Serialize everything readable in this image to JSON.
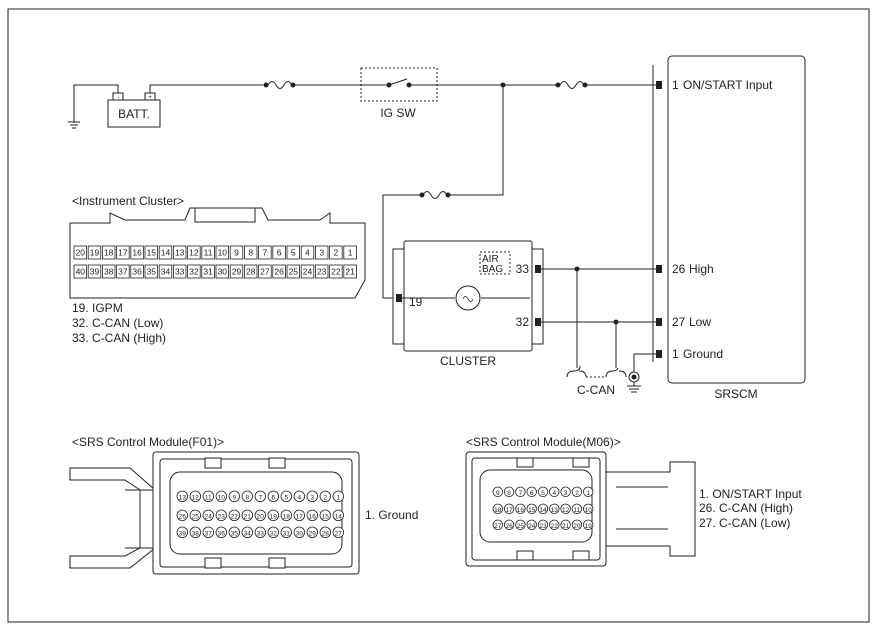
{
  "battery": {
    "label": "BATT.",
    "minus": "-",
    "plus": "+"
  },
  "ig_switch": {
    "label": "IG SW"
  },
  "srscm": {
    "label": "SRSCM",
    "pins": [
      {
        "num": "1",
        "name": "ON/START Input"
      },
      {
        "num": "26",
        "name": "High"
      },
      {
        "num": "27",
        "name": "Low"
      },
      {
        "num": "1",
        "name": "Ground"
      }
    ]
  },
  "cluster": {
    "label": "CLUSTER",
    "badge_line1": "AIR",
    "badge_line2": "BAG",
    "pin_left": "19",
    "pin_high": "33",
    "pin_low": "32"
  },
  "can_bus_label": "C-CAN",
  "instrument_cluster": {
    "title": "<Instrument Cluster>",
    "row1": [
      "20",
      "19",
      "18",
      "17",
      "16",
      "15",
      "14",
      "13",
      "12",
      "11",
      "10",
      "9",
      "8",
      "7",
      "6",
      "5",
      "4",
      "3",
      "2",
      "1"
    ],
    "row2": [
      "40",
      "39",
      "38",
      "37",
      "36",
      "35",
      "34",
      "33",
      "32",
      "31",
      "30",
      "29",
      "28",
      "27",
      "26",
      "25",
      "24",
      "23",
      "22",
      "21"
    ],
    "pin_notes": [
      "19. IGPM",
      "32. C-CAN (Low)",
      "33. C-CAN (High)"
    ]
  },
  "srs_f01": {
    "title": "<SRS Control Module(F01)>",
    "row1": [
      "13",
      "12",
      "11",
      "10",
      "9",
      "8",
      "7",
      "6",
      "5",
      "4",
      "3",
      "2",
      "1"
    ],
    "row2": [
      "26",
      "25",
      "24",
      "23",
      "22",
      "21",
      "20",
      "19",
      "18",
      "17",
      "16",
      "15",
      "14"
    ],
    "row3": [
      "39",
      "38",
      "37",
      "36",
      "35",
      "34",
      "33",
      "32",
      "31",
      "30",
      "29",
      "28",
      "27"
    ],
    "pin_notes": [
      "1. Ground"
    ]
  },
  "srs_m06": {
    "title": "<SRS Control Module(M06)>",
    "row1": [
      "9",
      "8",
      "7",
      "6",
      "5",
      "4",
      "3",
      "2",
      "1"
    ],
    "row2": [
      "18",
      "17",
      "16",
      "15",
      "14",
      "13",
      "12",
      "11",
      "10"
    ],
    "row3": [
      "27",
      "26",
      "25",
      "24",
      "23",
      "22",
      "21",
      "20",
      "19"
    ],
    "pin_notes": [
      "1. ON/START Input",
      "26. C-CAN (High)",
      "27. C-CAN (Low)"
    ]
  }
}
